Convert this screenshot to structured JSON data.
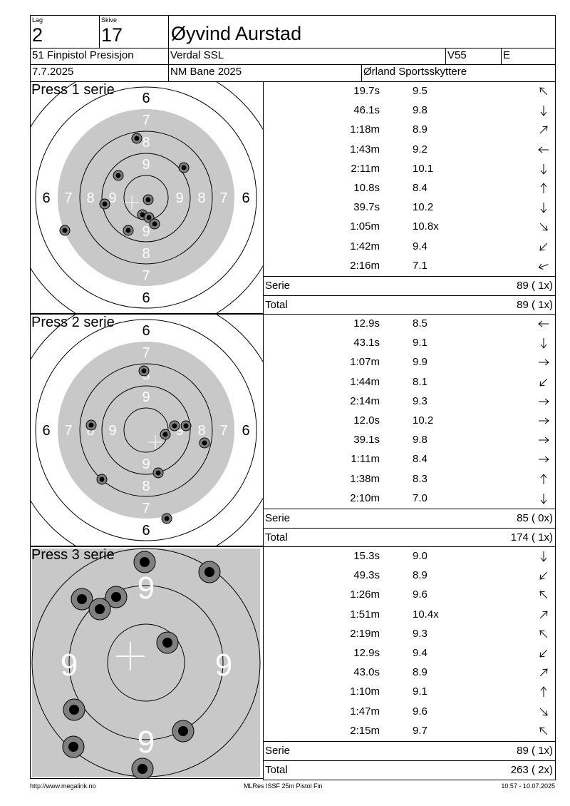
{
  "header": {
    "lag_label": "Lag",
    "lag_value": "2",
    "skive_label": "Skive",
    "skive_value": "17",
    "shooter_name": "Øyvind Aurstad",
    "event": "51 Finpistol Presisjon",
    "club": "Verdal SSL",
    "class": "V55",
    "group": "E",
    "date": "7.7.2025",
    "competition": "NM Bane 2025",
    "organizer": "Ørland Sportsskyttere"
  },
  "series": [
    {
      "title": "Press 1 serie",
      "shots": [
        {
          "time": "19.7s",
          "value": "9.5",
          "arrow": "up-left"
        },
        {
          "time": "46.1s",
          "value": "9.8",
          "arrow": "down"
        },
        {
          "time": "1:18m",
          "value": "8.9",
          "arrow": "up-right"
        },
        {
          "time": "1:43m",
          "value": "9.2",
          "arrow": "left"
        },
        {
          "time": "2:11m",
          "value": "10.1",
          "arrow": "down"
        },
        {
          "time": "10.8s",
          "value": "8.4",
          "arrow": "up"
        },
        {
          "time": "39.7s",
          "value": "10.2",
          "arrow": "down"
        },
        {
          "time": "1:05m",
          "value": "10.8x",
          "arrow": "down-right"
        },
        {
          "time": "1:42m",
          "value": "9.4",
          "arrow": "down-left"
        },
        {
          "time": "2:16m",
          "value": "7.1",
          "arrow": "left-down"
        }
      ],
      "serie_label": "Serie",
      "serie_value": "89 ( 1x)",
      "total_label": "Total",
      "total_value": "89 ( 1x)"
    },
    {
      "title": "Press 2 serie",
      "shots": [
        {
          "time": "12.9s",
          "value": "8.5",
          "arrow": "left"
        },
        {
          "time": "43.1s",
          "value": "9.1",
          "arrow": "down"
        },
        {
          "time": "1:07m",
          "value": "9.9",
          "arrow": "right"
        },
        {
          "time": "1:44m",
          "value": "8.1",
          "arrow": "down-left"
        },
        {
          "time": "2:14m",
          "value": "9.3",
          "arrow": "right"
        },
        {
          "time": "12.0s",
          "value": "10.2",
          "arrow": "right"
        },
        {
          "time": "39.1s",
          "value": "9.8",
          "arrow": "right"
        },
        {
          "time": "1:11m",
          "value": "8.4",
          "arrow": "right"
        },
        {
          "time": "1:38m",
          "value": "8.3",
          "arrow": "up"
        },
        {
          "time": "2:10m",
          "value": "7.0",
          "arrow": "down"
        }
      ],
      "serie_label": "Serie",
      "serie_value": "85 ( 0x)",
      "total_label": "Total",
      "total_value": "174 ( 1x)"
    },
    {
      "title": "Press 3 serie",
      "shots": [
        {
          "time": "15.3s",
          "value": "9.0",
          "arrow": "down"
        },
        {
          "time": "49.3s",
          "value": "8.9",
          "arrow": "down-left"
        },
        {
          "time": "1:26m",
          "value": "9.6",
          "arrow": "up-left"
        },
        {
          "time": "1:51m",
          "value": "10.4x",
          "arrow": "up-right"
        },
        {
          "time": "2:19m",
          "value": "9.3",
          "arrow": "up-left"
        },
        {
          "time": "12.9s",
          "value": "9.4",
          "arrow": "down-left"
        },
        {
          "time": "43.0s",
          "value": "8.9",
          "arrow": "up-right"
        },
        {
          "time": "1:10m",
          "value": "9.1",
          "arrow": "up"
        },
        {
          "time": "1:47m",
          "value": "9.6",
          "arrow": "down-right"
        },
        {
          "time": "2:15m",
          "value": "9.7",
          "arrow": "up-left"
        }
      ],
      "serie_label": "Serie",
      "serie_value": "89 ( 1x)",
      "total_label": "Total",
      "total_value": "263 ( 2x)"
    }
  ],
  "target_ring_labels": {
    "six": "6",
    "seven": "7",
    "eight": "8",
    "nine": "9"
  },
  "footer": {
    "url": "http://www.megalink.no",
    "program": "MLRes ISSF 25m Pistol Fin",
    "timestamp": "10:57 - 10.07.2025"
  },
  "colors": {
    "target_gray": "#c8c8c8",
    "ink": "#000000",
    "shot_halo": "#808080"
  }
}
